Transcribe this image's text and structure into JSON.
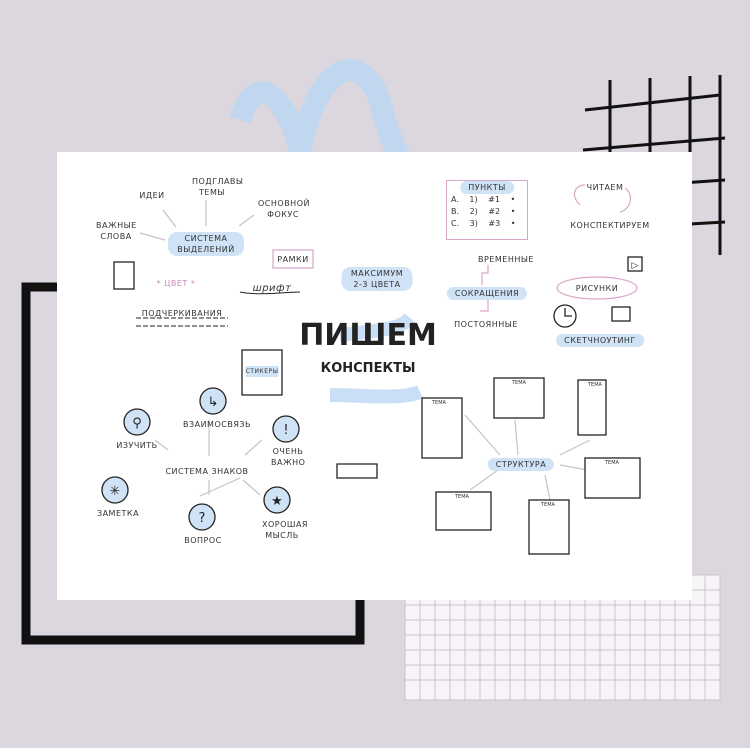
{
  "title": {
    "line1": "ПИШЕМ",
    "line2": "КОНСПЕКТЫ"
  },
  "highlight_system": {
    "center": "СИСТЕМА ВЫДЕЛЕНИЙ",
    "branches": [
      "ВАЖНЫЕ СЛОВА",
      "ИДЕИ",
      "ПОДГЛАВЫ ТЕМЫ",
      "ОСНОВНОЙ ФОКУС"
    ]
  },
  "misc": {
    "frames": "РАМКИ",
    "color": "* ЦВЕТ *",
    "font": "шрифт",
    "underline": "ПОДЧЕРКИВАНИЯ",
    "max_colors": "МАКСИМУМ 2-3 ЦВЕТА",
    "stickers": "СТИКЕРЫ"
  },
  "points": {
    "title": "ПУНКТЫ",
    "rows": [
      "A. 1) #1 •",
      "B. 2) #2 •",
      "C. 3) #3 •"
    ]
  },
  "cycle": {
    "read": "ЧИТАЕМ",
    "take_notes": "КОНСПЕКТИРУЕМ"
  },
  "abbreviations": {
    "center": "СОКРАЩЕНИЯ",
    "temporary": "ВРЕМЕННЫЕ",
    "permanent": "ПОСТОЯННЫЕ"
  },
  "drawings": {
    "label": "РИСУНКИ",
    "sketchnoting": "СКЕТЧНОУТИНГ"
  },
  "signs": {
    "center": "СИСТЕМА ЗНАКОВ",
    "items": [
      "ИЗУЧИТЬ",
      "ВЗАИМОСВЯЗЬ",
      "ОЧЕНЬ ВАЖНО",
      "ЗАМЕТКА",
      "ВОПРОС",
      "ХОРОШАЯ МЫСЛЬ"
    ]
  },
  "structure": {
    "center": "СТРУКТУРА",
    "doc_label": "ТЕМА"
  },
  "colors": {
    "accent_blue": "#cfe2f6",
    "pink": "#d9a6c8",
    "background": "#dcd7de"
  }
}
